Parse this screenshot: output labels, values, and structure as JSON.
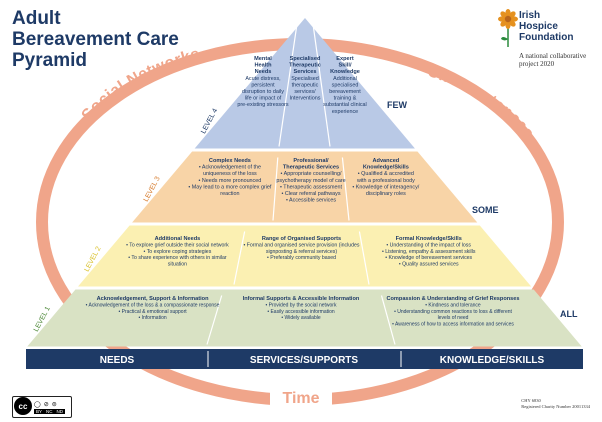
{
  "title": {
    "line1": "Adult",
    "line2": "Bereavement Care",
    "line3": "Pyramid"
  },
  "org": {
    "name_line1": "Irish",
    "name_line2": "Hospice",
    "name_line3": "Foundation",
    "sub_line1": "A national collaborative",
    "sub_line2": "project 2020",
    "brand_color": "#e5911f",
    "green": "#2a8a3c"
  },
  "ring": {
    "left": "Social Networks",
    "right": "Circumstances",
    "bottom": "Time",
    "color": "#f0a58a"
  },
  "scale": {
    "few": "FEW",
    "some": "SOME",
    "all": "ALL"
  },
  "levels": [
    {
      "label": "LEVEL 4",
      "color": "#b9c9e6",
      "label_color": "#1e3a66",
      "cols": [
        {
          "heading": [
            "Mental",
            "Health",
            "Needs"
          ],
          "body": [
            "Acute distress,",
            "persistent",
            "disruption to daily",
            "life or impact of",
            "pre-existing stressors"
          ]
        },
        {
          "heading": [
            "Specialised",
            "Therapeutic",
            "Services"
          ],
          "body": [
            "Specialised",
            "therapeutic",
            "services/",
            "Interventions"
          ]
        },
        {
          "heading": [
            "Expert",
            "Skill/",
            "Knowledge"
          ],
          "body": [
            "Additional",
            "specialised",
            "bereavement",
            "training &",
            "substantial clinical",
            "experience"
          ]
        }
      ]
    },
    {
      "label": "LEVEL 3",
      "color": "#f8d4a7",
      "label_color": "#d67a2a",
      "cols": [
        {
          "heading": [
            "Complex Needs"
          ],
          "body": [
            "• Acknowledgement of the",
            "uniqueness of the loss",
            "• Needs more pronounced",
            "• May lead to a more complex grief",
            "reaction"
          ]
        },
        {
          "heading": [
            "Professional/",
            "Therapeutic Services"
          ],
          "body": [
            "• Appropriate counselling/",
            "psychotherapy model of care",
            "• Therapeutic assessment",
            "• Clear referral pathways",
            "• Accessible services"
          ]
        },
        {
          "heading": [
            "Advanced",
            "Knowledge/Skills"
          ],
          "body": [
            "• Qualified & accredited",
            "with a professional body",
            "• Knowledge of interagency/",
            "disciplinary roles"
          ]
        }
      ]
    },
    {
      "label": "LEVEL 2",
      "color": "#fbf0b2",
      "label_color": "#d9c02a",
      "cols": [
        {
          "heading": [
            "Additional Needs"
          ],
          "body": [
            "• To explore grief outside their social network",
            "• To explore coping strategies",
            "• To share experience with others in similar",
            "situation"
          ]
        },
        {
          "heading": [
            "Range of Organised Supports"
          ],
          "body": [
            "• Formal and organised service provision (includes",
            "signposting & referral services)",
            "• Preferably community based"
          ]
        },
        {
          "heading": [
            "Formal Knowledge/Skills"
          ],
          "body": [
            "• Understanding of the impact of loss",
            "• Listening, empathy & assessment skills",
            "• Knowledge of bereavement services",
            "• Quality assured services"
          ]
        }
      ]
    },
    {
      "label": "LEVEL 1",
      "color": "#d9e2c4",
      "label_color": "#4f8a3a",
      "cols": [
        {
          "heading": [
            "Acknowledgement, Support & Information"
          ],
          "body": [
            "• Acknowledgement of the loss & a compassionate response",
            "• Practical & emotional support",
            "• Information"
          ]
        },
        {
          "heading": [
            "Informal Supports & Accessible Information"
          ],
          "body": [
            "• Provided by the social network",
            "• Easily accessible information",
            "• Widely available"
          ]
        },
        {
          "heading": [
            "Compassion & Understanding of Grief Responses"
          ],
          "body": [
            "• Kindness and tolerance",
            "• Understanding common reactions to loss & different",
            "levels of need",
            "• Awareness of how to access information and services"
          ]
        }
      ]
    }
  ],
  "footer_bar": {
    "needs": "NEEDS",
    "services": "SERVICES/SUPPORTS",
    "knowledge": "KNOWLEDGE/SKILLS",
    "color": "#1e3a66"
  },
  "footer_note": {
    "line1": "CHY 6830",
    "line2": "Registered Charity Number 20011334"
  },
  "license": {
    "main": "cc",
    "by": "BY",
    "nc": "NC",
    "nd": "ND"
  }
}
